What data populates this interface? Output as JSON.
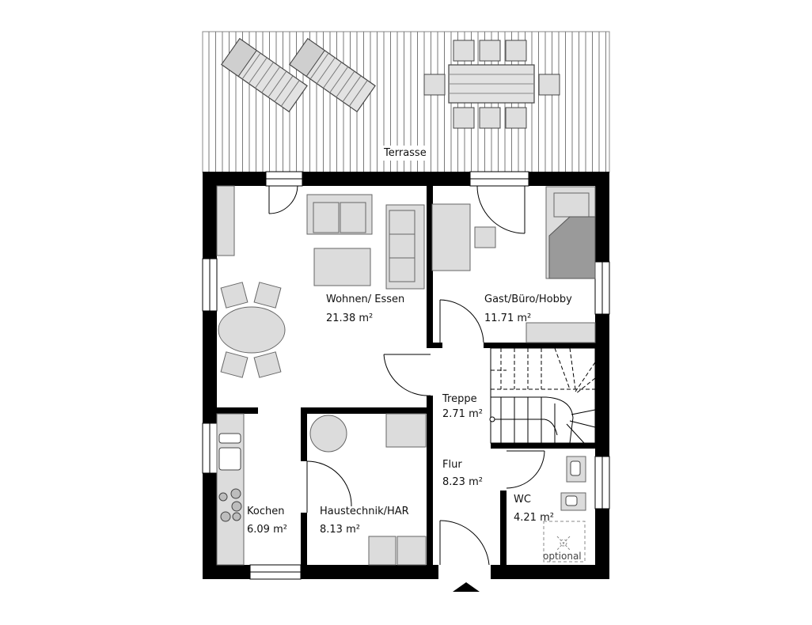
{
  "rooms": {
    "terrace": {
      "name": "Terrasse"
    },
    "living": {
      "name": "Wohnen/ Essen",
      "area": "21.38 m²"
    },
    "guest": {
      "name": "Gast/Büro/Hobby",
      "area": "11.71 m²"
    },
    "stairs": {
      "name": "Treppe",
      "area": "2.71 m²"
    },
    "hall": {
      "name": "Flur",
      "area": "8.23 m²"
    },
    "wc": {
      "name": "WC",
      "area": "4.21 m²",
      "note": "optional"
    },
    "kitchen": {
      "name": "Kochen",
      "area": "6.09 m²"
    },
    "utility": {
      "name": "Haustechnik/HAR",
      "area": "8.13 m²"
    }
  },
  "colors": {
    "wall": "#000000",
    "furniture": "#dcdcdc",
    "bed_cover": "#9a9a9a",
    "deck_lines": "#7a7a7a"
  },
  "icons": [
    "entrance-arrow-icon",
    "door-swing-icon",
    "stair-arrow-icon"
  ]
}
